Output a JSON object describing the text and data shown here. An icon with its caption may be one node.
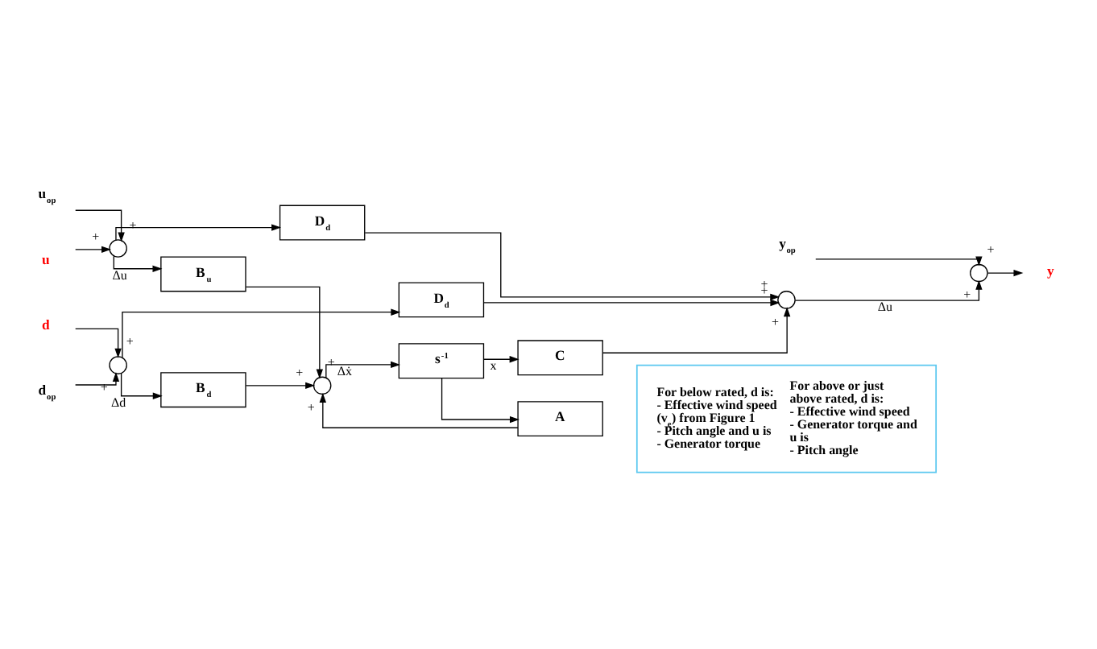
{
  "diagram": {
    "nodes": [
      {
        "text": [
          "u"
        ]
      },
      {
        "text": [
          "u$_{op}$"
        ]
      },
      {
        "text": [],
        "shape": "circle"
      },
      {
        "text": [
          "D$_{d}$"
        ]
      },
      {
        "text": [
          "B$_{u}$"
        ]
      },
      {
        "text": [
          "d"
        ]
      },
      {
        "text": [],
        "shape": "circle"
      },
      {
        "text": [
          "d$_{op}$"
        ]
      },
      {
        "text": [
          "B$_{d}$"
        ]
      },
      {
        "text": [],
        "shape": "circle"
      },
      {
        "text": [
          "s$^{-1}$"
        ]
      },
      {
        "text": [
          "C"
        ]
      },
      {
        "text": [],
        "shape": "circle"
      },
      {
        "text": [
          "y$_{op}$"
        ]
      },
      {
        "text": [],
        "shape": "circle"
      },
      {
        "text": [
          "y"
        ]
      },
      {
        "text": [
          "A"
        ]
      },
      {
        "text": [
          "D$_{d}$"
        ]
      },
      {
        "text": [
          "For below rated, d is: - Effective wind speed (v$_{e}$) from Figure 1 - Pitch angle and u is - Generator torque",
          "For above or just above rated, d is: - Effective wind speed - Generator torque and u is - Pitch angle"
        ]
      }
    ],
    "edges": [
      {
        "from": 0,
        "to": 2,
        "arrow": "to"
      },
      {
        "from": 1,
        "to": 2,
        "arrow": "to"
      },
      {
        "from": 2,
        "to": 4,
        "arrow": "to",
        "label": "Δu"
      },
      {
        "from": 2,
        "to": 3,
        "arrow": "to"
      },
      {
        "from": 5,
        "to": 6,
        "arrow": "to"
      },
      {
        "from": 7,
        "to": 6,
        "arrow": "to"
      },
      {
        "from": 6,
        "to": 8,
        "arrow": "to",
        "label": "Δd"
      },
      {
        "from": 6,
        "to": 17,
        "arrow": "to"
      },
      {
        "from": 4,
        "to": 9,
        "arrow": "to"
      },
      {
        "from": 8,
        "to": 9,
        "arrow": "to"
      },
      {
        "from": 16,
        "to": 9,
        "arrow": "to"
      },
      {
        "from": 9,
        "to": 10,
        "arrow": "to",
        "label": "Δẋ"
      },
      {
        "from": 10,
        "to": 11,
        "arrow": "to",
        "label": "x"
      },
      {
        "from": 10,
        "to": 16,
        "arrow": "to"
      },
      {
        "from": 11,
        "to": 12,
        "arrow": "to"
      },
      {
        "from": 3,
        "to": 12,
        "arrow": "to"
      },
      {
        "from": 17,
        "to": 12,
        "arrow": "to"
      },
      {
        "from": 12,
        "to": 14,
        "arrow": "to",
        "label": "Δu"
      },
      {
        "from": 13,
        "to": 14,
        "arrow": "to"
      },
      {
        "from": 14,
        "to": 15,
        "arrow": "to"
      }
    ],
    "labels": [
      "+",
      "+",
      "+",
      "+",
      "+",
      "+",
      "+",
      "+",
      "+",
      "+",
      "+",
      "+"
    ]
  }
}
